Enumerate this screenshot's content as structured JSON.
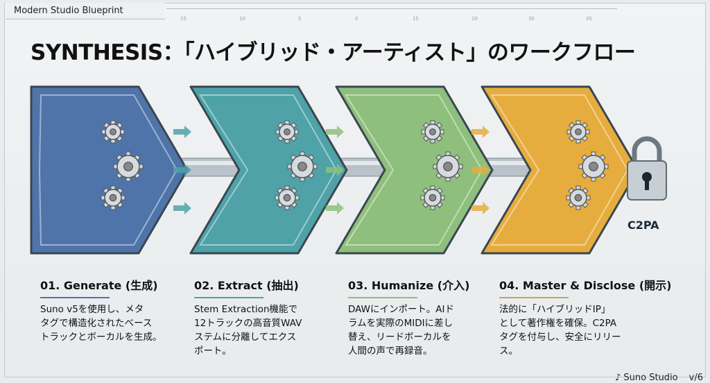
{
  "header": {
    "tab_label": "Modern Studio Blueprint",
    "title": "SYNTHESIS：「ハイブリッド・アーティスト」のワークフロー",
    "ruler_ticks": [
      "15",
      "10",
      "5",
      "0",
      "15",
      "20",
      "30",
      "35"
    ]
  },
  "steps": [
    {
      "title": "01. Generate (生成)",
      "lines": [
        "Suno v5を使用し、メタ",
        "タグで構造化されたベース",
        "トラックとボーカルを生成。"
      ],
      "color": "#4f74aa"
    },
    {
      "title": "02. Extract (抽出)",
      "lines": [
        "Stem Extraction機能で",
        "12トラックの高音質WAV",
        "ステムに分離してエクス",
        "ポート。"
      ],
      "color": "#4ea2a8"
    },
    {
      "title": "03. Humanize (介入)",
      "lines": [
        "DAWにインポート。AIド",
        "ラムを実際のMIDIに差し",
        "替え、リードボーカルを",
        "人間の声で再録音。"
      ],
      "color": "#8ebf7c"
    },
    {
      "title": "04. Master & Disclose (開示)",
      "lines": [
        "法的に「ハイブリッドIP」",
        "として著作権を確保。C2PA",
        "タグを付与し、安全にリリー",
        "ス。"
      ],
      "color": "#e6ad3e"
    }
  ],
  "badge": {
    "c2pa": "C2PA"
  },
  "footer": {
    "brand": "Suno Studio",
    "page": "v/6"
  }
}
